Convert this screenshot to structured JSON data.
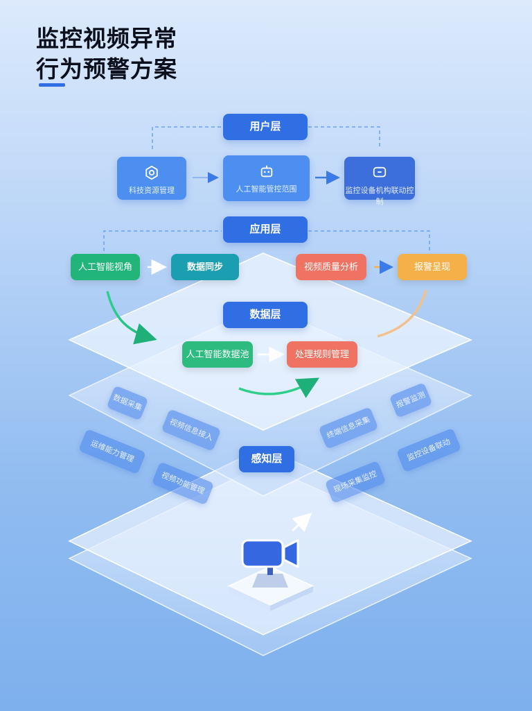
{
  "title": {
    "line1": "监控视频异常",
    "line2": "行为预警方案"
  },
  "layers": {
    "user": {
      "tag": "用户层",
      "boxes": [
        {
          "label": "科技资源管理",
          "icon": "gear-icon"
        },
        {
          "label": "人工智能管控范围",
          "icon": "robot-icon"
        },
        {
          "label": "监控设备机构联动控制",
          "icon": "chat-icon"
        }
      ]
    },
    "app": {
      "tag": "应用层",
      "items": [
        {
          "label": "人工智能视角",
          "color": "#21b57a"
        },
        {
          "label": "数据同步",
          "color": "#1a9fb0"
        },
        {
          "label": "视频质量分析",
          "color": "#f07262"
        },
        {
          "label": "报警呈现",
          "color": "#f5b04a"
        }
      ]
    },
    "data": {
      "tag": "数据层",
      "items": [
        {
          "label": "人工智能数据池",
          "color": "#2dbb7f"
        },
        {
          "label": "处理规则管理",
          "color": "#f07262"
        }
      ]
    },
    "sense": {
      "tag": "感知层",
      "tiles": [
        "数据采集",
        "视频信息接入",
        "报警监测",
        "终端信息采集",
        "运维能力管理",
        "视频功能管理",
        "现场采集监控",
        "监控设备联动"
      ]
    }
  },
  "colors": {
    "accent": "#2f6fe3",
    "title": "#0c0f1c"
  }
}
